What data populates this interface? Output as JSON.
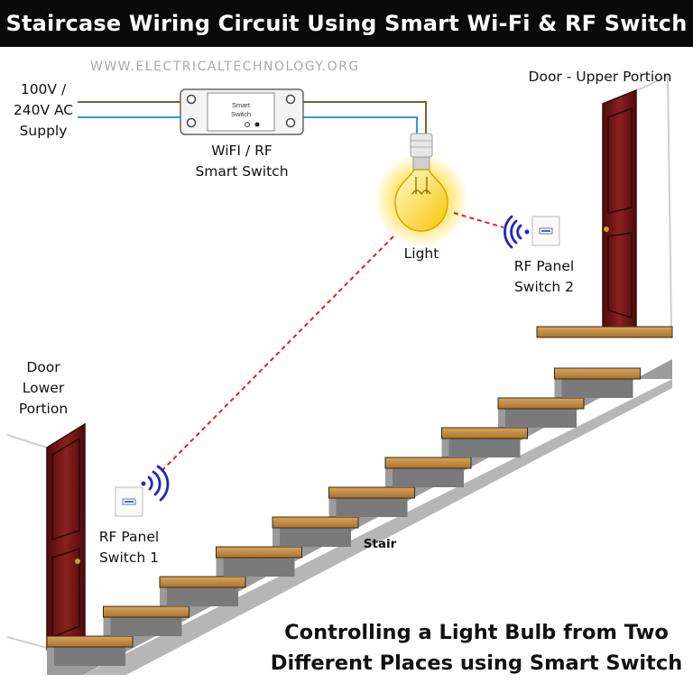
{
  "title": "Staircase Wiring Circuit Using Smart Wi-Fi & RF Switch",
  "watermark": "WWW.ELECTRICALTECHNOLOGY.ORG",
  "supply": {
    "line1": "100V /",
    "line2": "240V AC",
    "line3": "Supply"
  },
  "smart_switch": {
    "face_line1": "Smart",
    "face_line2": "Switch",
    "label_line1": "WiFI / RF",
    "label_line2": "Smart Switch"
  },
  "light_label": "Light",
  "door_upper": "Door - Upper Portion",
  "door_lower": {
    "line1": "Door",
    "line2": "Lower",
    "line3": "Portion"
  },
  "rf_switch_2": {
    "line1": "RF Panel",
    "line2": "Switch 2"
  },
  "rf_switch_1": {
    "line1": "RF Panel",
    "line2": "Switch 1"
  },
  "stair_label": "Stair",
  "caption": {
    "line1": "Controlling a Light Bulb from Two",
    "line2": "Different Places using Smart Switch"
  },
  "colors": {
    "live_wire": "#8a5a2b",
    "neutral_wire": "#3a96d6",
    "rf_link": "#e02020",
    "wifi_signal": "#1f24c8",
    "door": "#6b1414",
    "tread": "#c08a45",
    "riser": "#9b9b9b"
  }
}
